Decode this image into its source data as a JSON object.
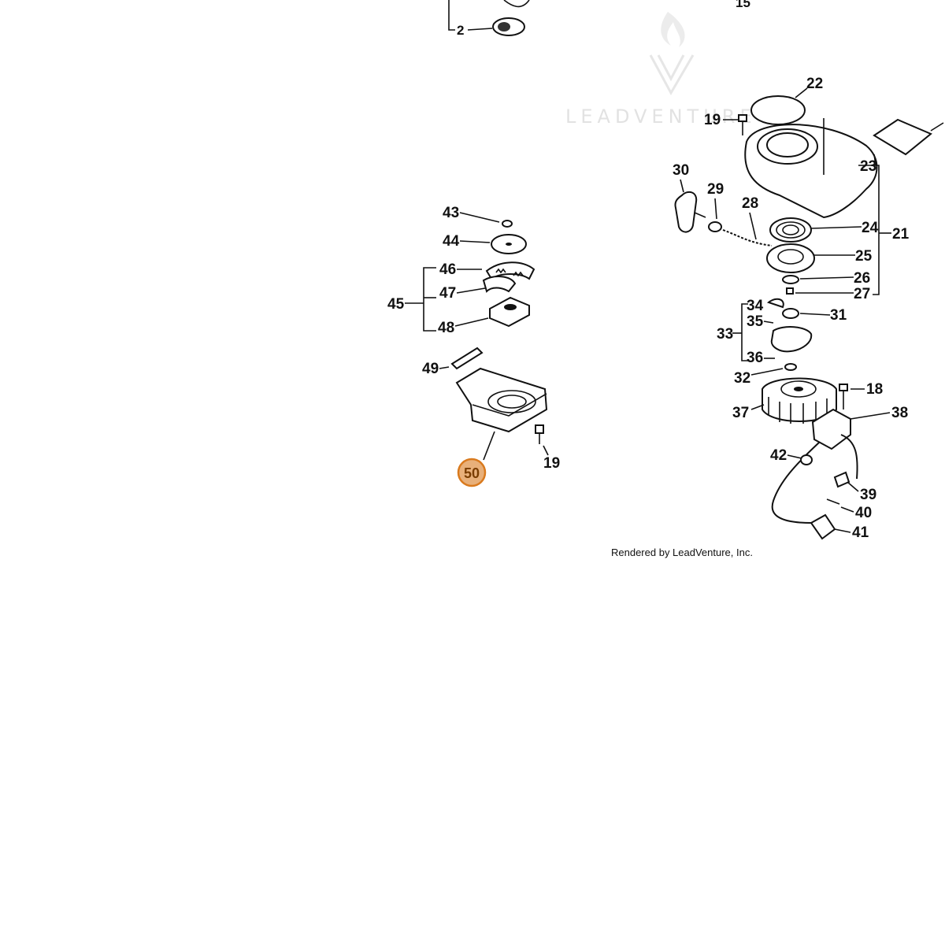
{
  "watermark": {
    "text": "LEADVENTURE",
    "icon": "flame-v-logo-icon"
  },
  "credit": "Rendered by LeadVenture, Inc.",
  "highlight": {
    "label": "50",
    "fill": "#e8b07a",
    "stroke": "#d97a1e"
  },
  "callouts": {
    "c2": "2",
    "c15": "15",
    "c22": "22",
    "c19a": "19",
    "c23": "23",
    "c21": "21",
    "c30": "30",
    "c29": "29",
    "c28": "28",
    "c24": "24",
    "c25": "25",
    "c26": "26",
    "c27": "27",
    "c34": "34",
    "c35": "35",
    "c33": "33",
    "c31": "31",
    "c36": "36",
    "c32": "32",
    "c18": "18",
    "c37": "37",
    "c38": "38",
    "c42": "42",
    "c39": "39",
    "c40": "40",
    "c41": "41",
    "c43": "43",
    "c44": "44",
    "c46": "46",
    "c45": "45",
    "c47": "47",
    "c48": "48",
    "c49": "49",
    "c19b": "19"
  }
}
